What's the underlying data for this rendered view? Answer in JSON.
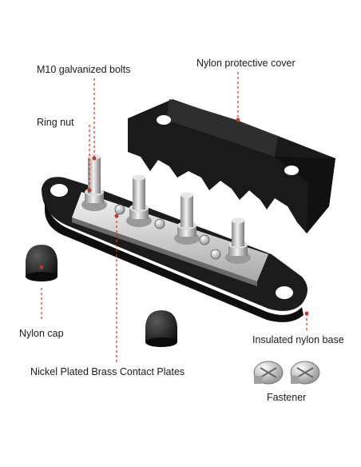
{
  "labels": {
    "bolts": "M10 galvanized bolts",
    "cover": "Nylon protective cover",
    "ring_nut": "Ring nut",
    "nylon_cap": "Nylon cap",
    "base": "Insulated nylon base",
    "plates": "Nickel Plated Brass Contact Plates",
    "fastener": "Fastener"
  },
  "colors": {
    "leader_line": "#c0392b",
    "nylon_black": "#1c1c1c",
    "metal": "#c8c8c8"
  }
}
